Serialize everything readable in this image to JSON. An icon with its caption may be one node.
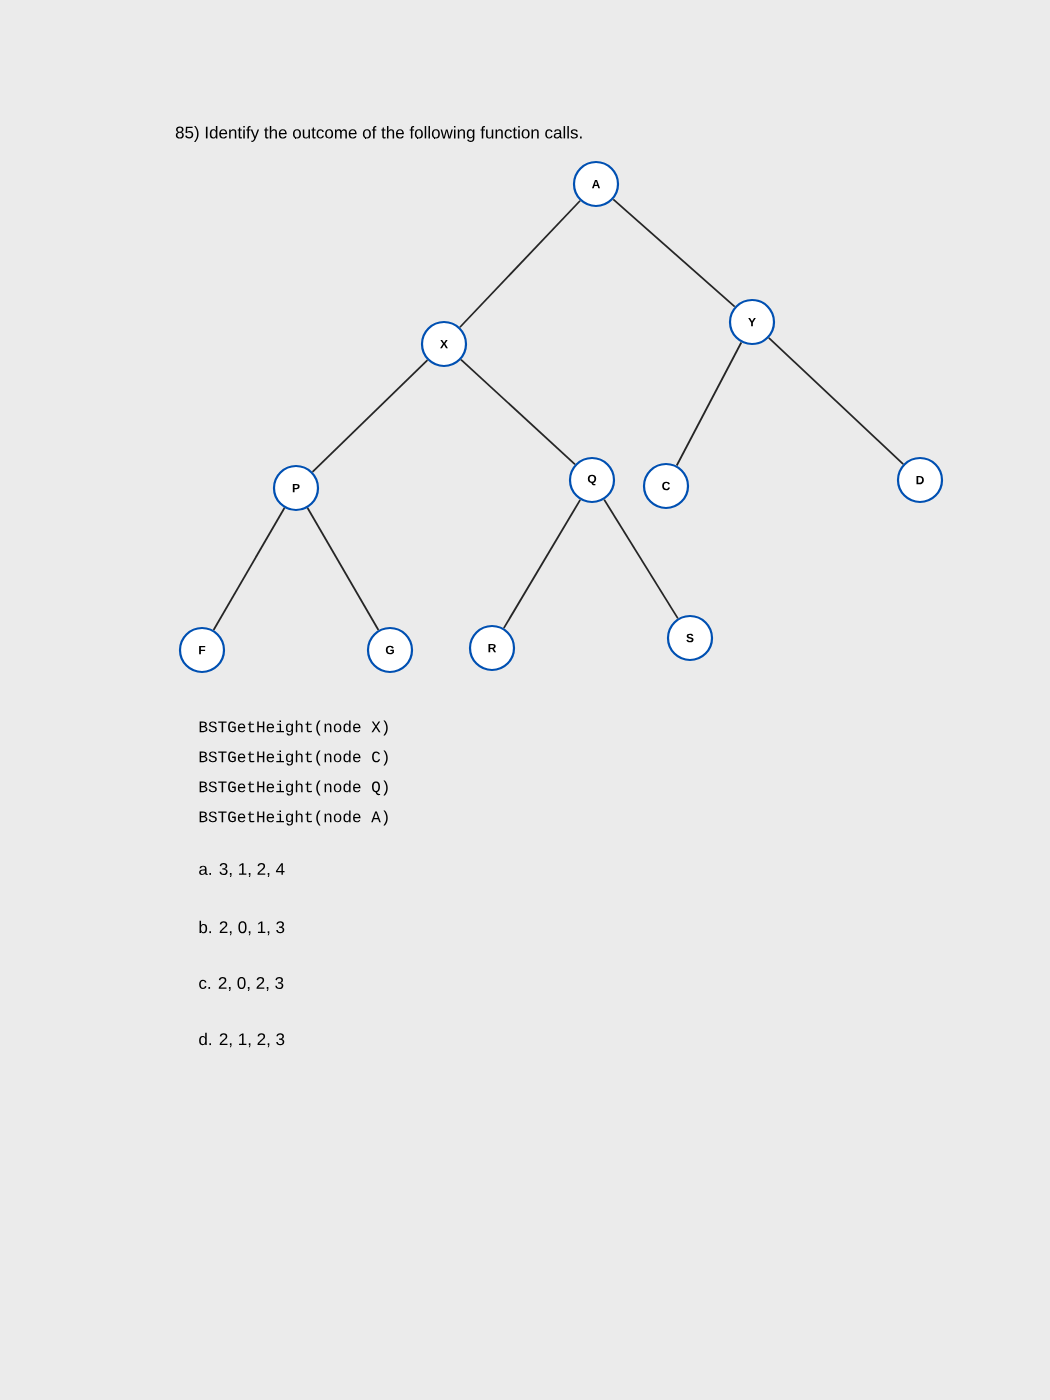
{
  "diagram": {
    "title": "85) Identify the outcome of the following function calls.",
    "nodes": [
      {
        "text": [
          "A"
        ]
      },
      {
        "text": [
          "X"
        ]
      },
      {
        "text": [
          "Y"
        ]
      },
      {
        "text": [
          "P"
        ]
      },
      {
        "text": [
          "Q"
        ]
      },
      {
        "text": [
          "C"
        ]
      },
      {
        "text": [
          "D"
        ]
      },
      {
        "text": [
          "F"
        ]
      },
      {
        "text": [
          "G"
        ]
      },
      {
        "text": [
          "R"
        ]
      },
      {
        "text": [
          "S"
        ]
      }
    ],
    "edges": [
      {
        "from": 0,
        "to": 1,
        "arrow": "none"
      },
      {
        "from": 0,
        "to": 2,
        "arrow": "none"
      },
      {
        "from": 1,
        "to": 3,
        "arrow": "none"
      },
      {
        "from": 1,
        "to": 4,
        "arrow": "none"
      },
      {
        "from": 2,
        "to": 5,
        "arrow": "none"
      },
      {
        "from": 2,
        "to": 6,
        "arrow": "none"
      },
      {
        "from": 3,
        "to": 7,
        "arrow": "none"
      },
      {
        "from": 3,
        "to": 8,
        "arrow": "none"
      },
      {
        "from": 4,
        "to": 9,
        "arrow": "none"
      },
      {
        "from": 4,
        "to": 10,
        "arrow": "none"
      }
    ],
    "labels": [
      "BSTGetHeight(node X)",
      "BSTGetHeight(node C)",
      "BSTGetHeight(node Q)",
      "BSTGetHeight(node A)",
      "a. 3, 1, 2, 4",
      "b. 2, 0, 1, 3",
      "c. 2, 0, 2, 3",
      "d. 2, 1, 2, 3"
    ]
  }
}
